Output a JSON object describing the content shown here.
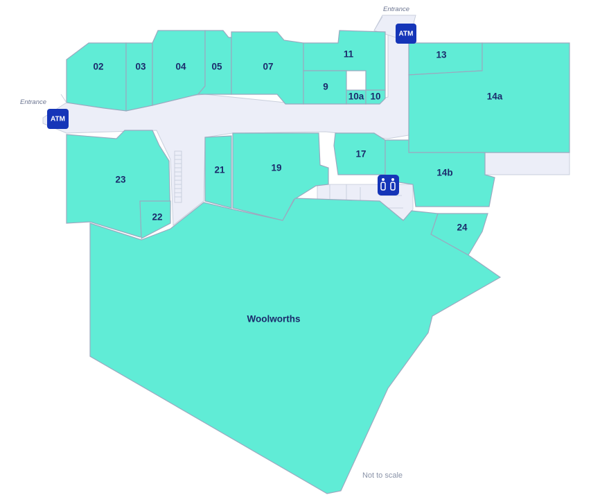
{
  "map": {
    "entrances": {
      "top": "Entrance",
      "left": "Entrance"
    },
    "atm_label": "ATM",
    "footnote": "Not to scale",
    "toilet_icon": "restroom-icon",
    "colors": {
      "shop": "#60ecd6",
      "corridor": "#eceef8",
      "outline": "#9aa9bf",
      "label": "#1b2a6b",
      "atm": "#1535b8"
    },
    "shops": {
      "s02": "02",
      "s03": "03",
      "s04": "04",
      "s05": "05",
      "s07": "07",
      "s11": "11",
      "s13": "13",
      "s9": "9",
      "s10a": "10a",
      "s10": "10",
      "s14a": "14a",
      "s17": "17",
      "s19": "19",
      "s21": "21",
      "s23": "23",
      "s22": "22",
      "s14b": "14b",
      "s24": "24",
      "woolworths": "Woolworths"
    }
  }
}
